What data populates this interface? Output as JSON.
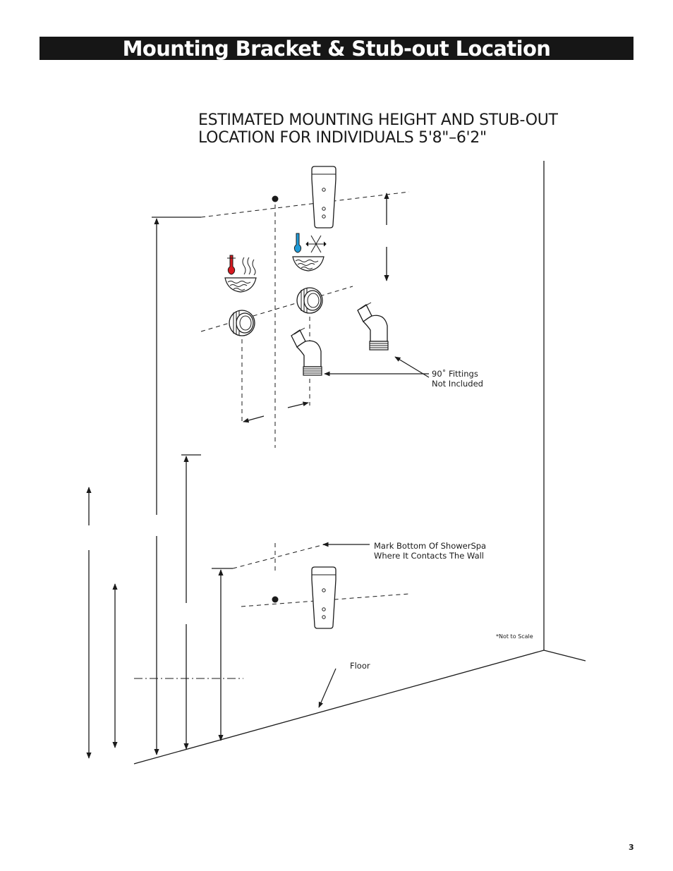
{
  "header": {
    "title": "Mounting Bracket & Stub-out Location"
  },
  "heading": {
    "line1": "ESTIMATED MOUNTING HEIGHT AND STUB-OUT",
    "line2": "LOCATION FOR INDIVIDUALS 5'8\"–6'2\""
  },
  "labels": {
    "fittings_line1": "90˚ Fittings",
    "fittings_line2": "Not Included",
    "mark_line1": "Mark Bottom Of ShowerSpa",
    "mark_line2": "Where It Contacts The Wall",
    "not_to_scale": "*Not to Scale",
    "floor": "Floor"
  },
  "icons": {
    "hot": "hot-water-icon",
    "cold": "cold-water-icon",
    "fitting": "elbow-fitting-icon",
    "bracket": "mounting-bracket-icon"
  },
  "colors": {
    "hot": "#d7191f",
    "cold": "#1f9bd8",
    "title_bg": "#161616"
  },
  "footer": {
    "page_number": "3"
  }
}
